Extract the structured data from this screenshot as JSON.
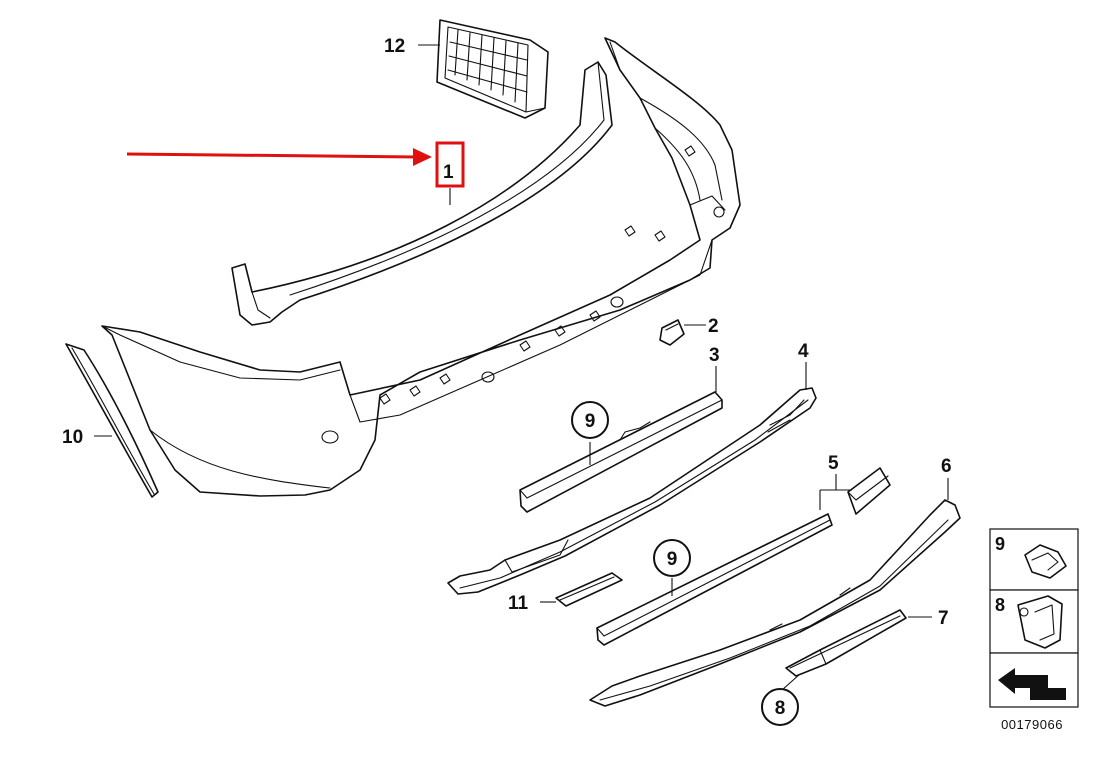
{
  "diagram": {
    "callouts": {
      "c1": "1",
      "c2": "2",
      "c3": "3",
      "c4": "4",
      "c5": "5",
      "c6": "6",
      "c7": "7",
      "c8": "8",
      "c9a": "9",
      "c9b": "9",
      "c10": "10",
      "c11": "11",
      "c12": "12"
    },
    "highlighted_callout": "1",
    "highlight_color": "#e01010",
    "legend": {
      "item_9": "9",
      "item_8": "8"
    },
    "diagram_code": "00179066"
  }
}
